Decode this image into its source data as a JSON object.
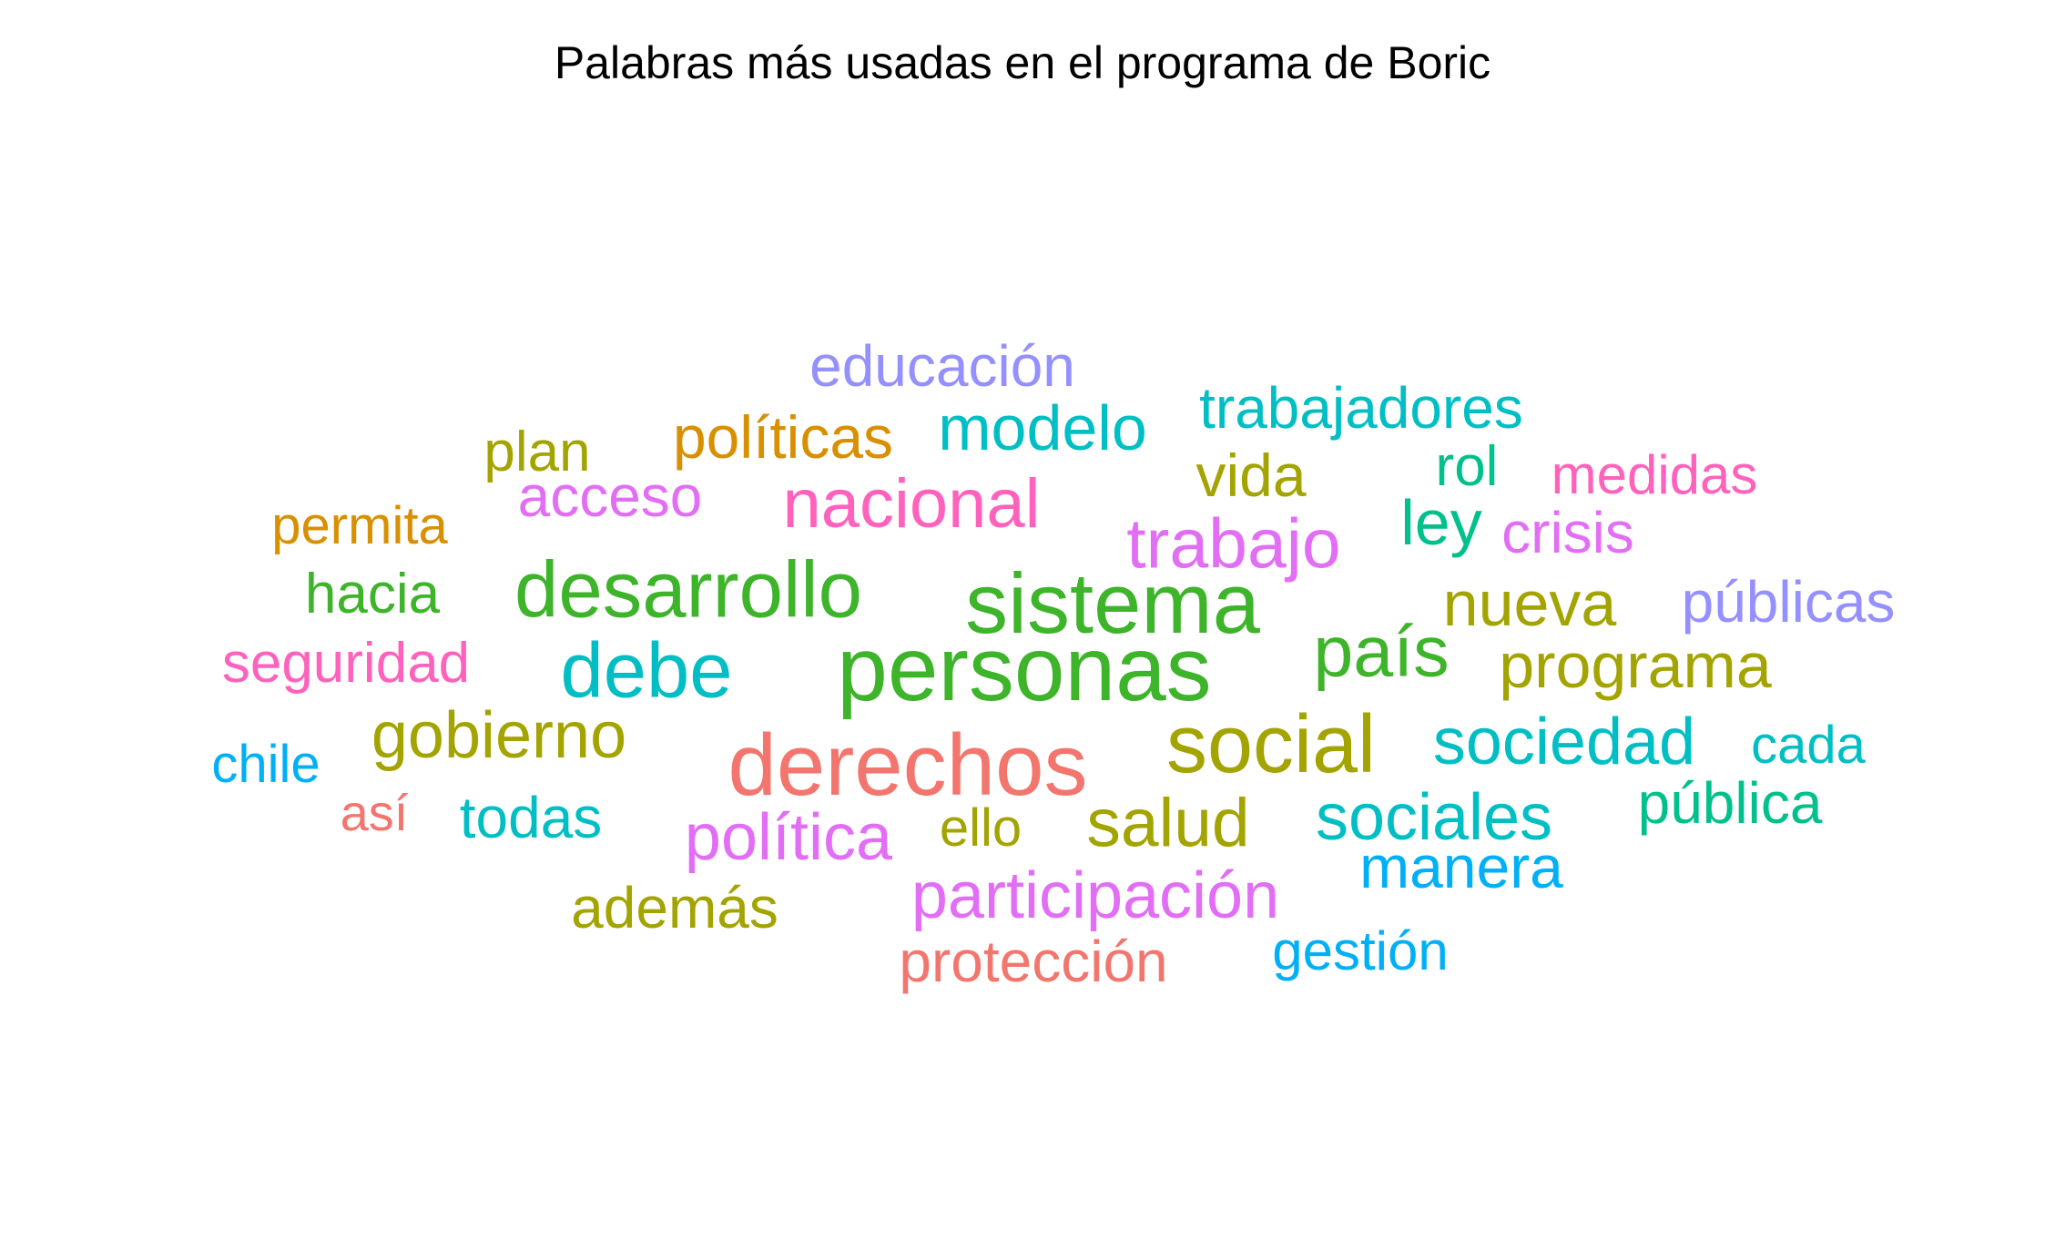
{
  "chart_data": {
    "type": "wordcloud",
    "title": "Palabras más usadas en el programa de Boric",
    "words": [
      {
        "text": "personas",
        "weight": 100,
        "color": "#3DB42A"
      },
      {
        "text": "derechos",
        "weight": 96,
        "color": "#F2766D"
      },
      {
        "text": "sistema",
        "weight": 94,
        "color": "#3DB42A"
      },
      {
        "text": "social",
        "weight": 90,
        "color": "#A3A400"
      },
      {
        "text": "desarrollo",
        "weight": 87,
        "color": "#3DB42A"
      },
      {
        "text": "debe",
        "weight": 85,
        "color": "#00BEC4"
      },
      {
        "text": "país",
        "weight": 79,
        "color": "#3DB42A"
      },
      {
        "text": "trabajo",
        "weight": 77,
        "color": "#E36EF6"
      },
      {
        "text": "nacional",
        "weight": 76,
        "color": "#FF62BC"
      },
      {
        "text": "salud",
        "weight": 75,
        "color": "#A3A400"
      },
      {
        "text": "sociedad",
        "weight": 72,
        "color": "#00BFC4"
      },
      {
        "text": "sociales",
        "weight": 72,
        "color": "#00BFC4"
      },
      {
        "text": "participación",
        "weight": 72,
        "color": "#E36EF6"
      },
      {
        "text": "política",
        "weight": 72,
        "color": "#E36EF6"
      },
      {
        "text": "gobierno",
        "weight": 72,
        "color": "#A3A400"
      },
      {
        "text": "programa",
        "weight": 70,
        "color": "#A3A400"
      },
      {
        "text": "nueva",
        "weight": 70,
        "color": "#A3A400"
      },
      {
        "text": "modelo",
        "weight": 70,
        "color": "#00BFC4"
      },
      {
        "text": "ley",
        "weight": 70,
        "color": "#00C08B"
      },
      {
        "text": "manera",
        "weight": 66,
        "color": "#00B0F6"
      },
      {
        "text": "vida",
        "weight": 66,
        "color": "#A3A400"
      },
      {
        "text": "políticas",
        "weight": 66,
        "color": "#D89000"
      },
      {
        "text": "públicas",
        "weight": 64,
        "color": "#9590FF"
      },
      {
        "text": "trabajadores",
        "weight": 64,
        "color": "#00BFC4"
      },
      {
        "text": "educación",
        "weight": 64,
        "color": "#9590FF"
      },
      {
        "text": "acceso",
        "weight": 64,
        "color": "#E36EF6"
      },
      {
        "text": "crisis",
        "weight": 64,
        "color": "#E36EF6"
      },
      {
        "text": "protección",
        "weight": 64,
        "color": "#F2766D"
      },
      {
        "text": "además",
        "weight": 64,
        "color": "#A3A400"
      },
      {
        "text": "todas",
        "weight": 64,
        "color": "#00BFC4"
      },
      {
        "text": "pública",
        "weight": 64,
        "color": "#00C08B"
      },
      {
        "text": "rol",
        "weight": 62,
        "color": "#00C08B"
      },
      {
        "text": "seguridad",
        "weight": 62,
        "color": "#FF62BC"
      },
      {
        "text": "hacia",
        "weight": 62,
        "color": "#3DB42A"
      },
      {
        "text": "plan",
        "weight": 62,
        "color": "#A3A400"
      },
      {
        "text": "gestión",
        "weight": 60,
        "color": "#00B0F6"
      },
      {
        "text": "medidas",
        "weight": 60,
        "color": "#FF62BC"
      },
      {
        "text": "permita",
        "weight": 58,
        "color": "#D89000"
      },
      {
        "text": "chile",
        "weight": 58,
        "color": "#00B0F6"
      },
      {
        "text": "cada",
        "weight": 58,
        "color": "#00BFC4"
      },
      {
        "text": "ello",
        "weight": 58,
        "color": "#A3A400"
      },
      {
        "text": "así",
        "weight": 56,
        "color": "#F2766D"
      }
    ]
  }
}
